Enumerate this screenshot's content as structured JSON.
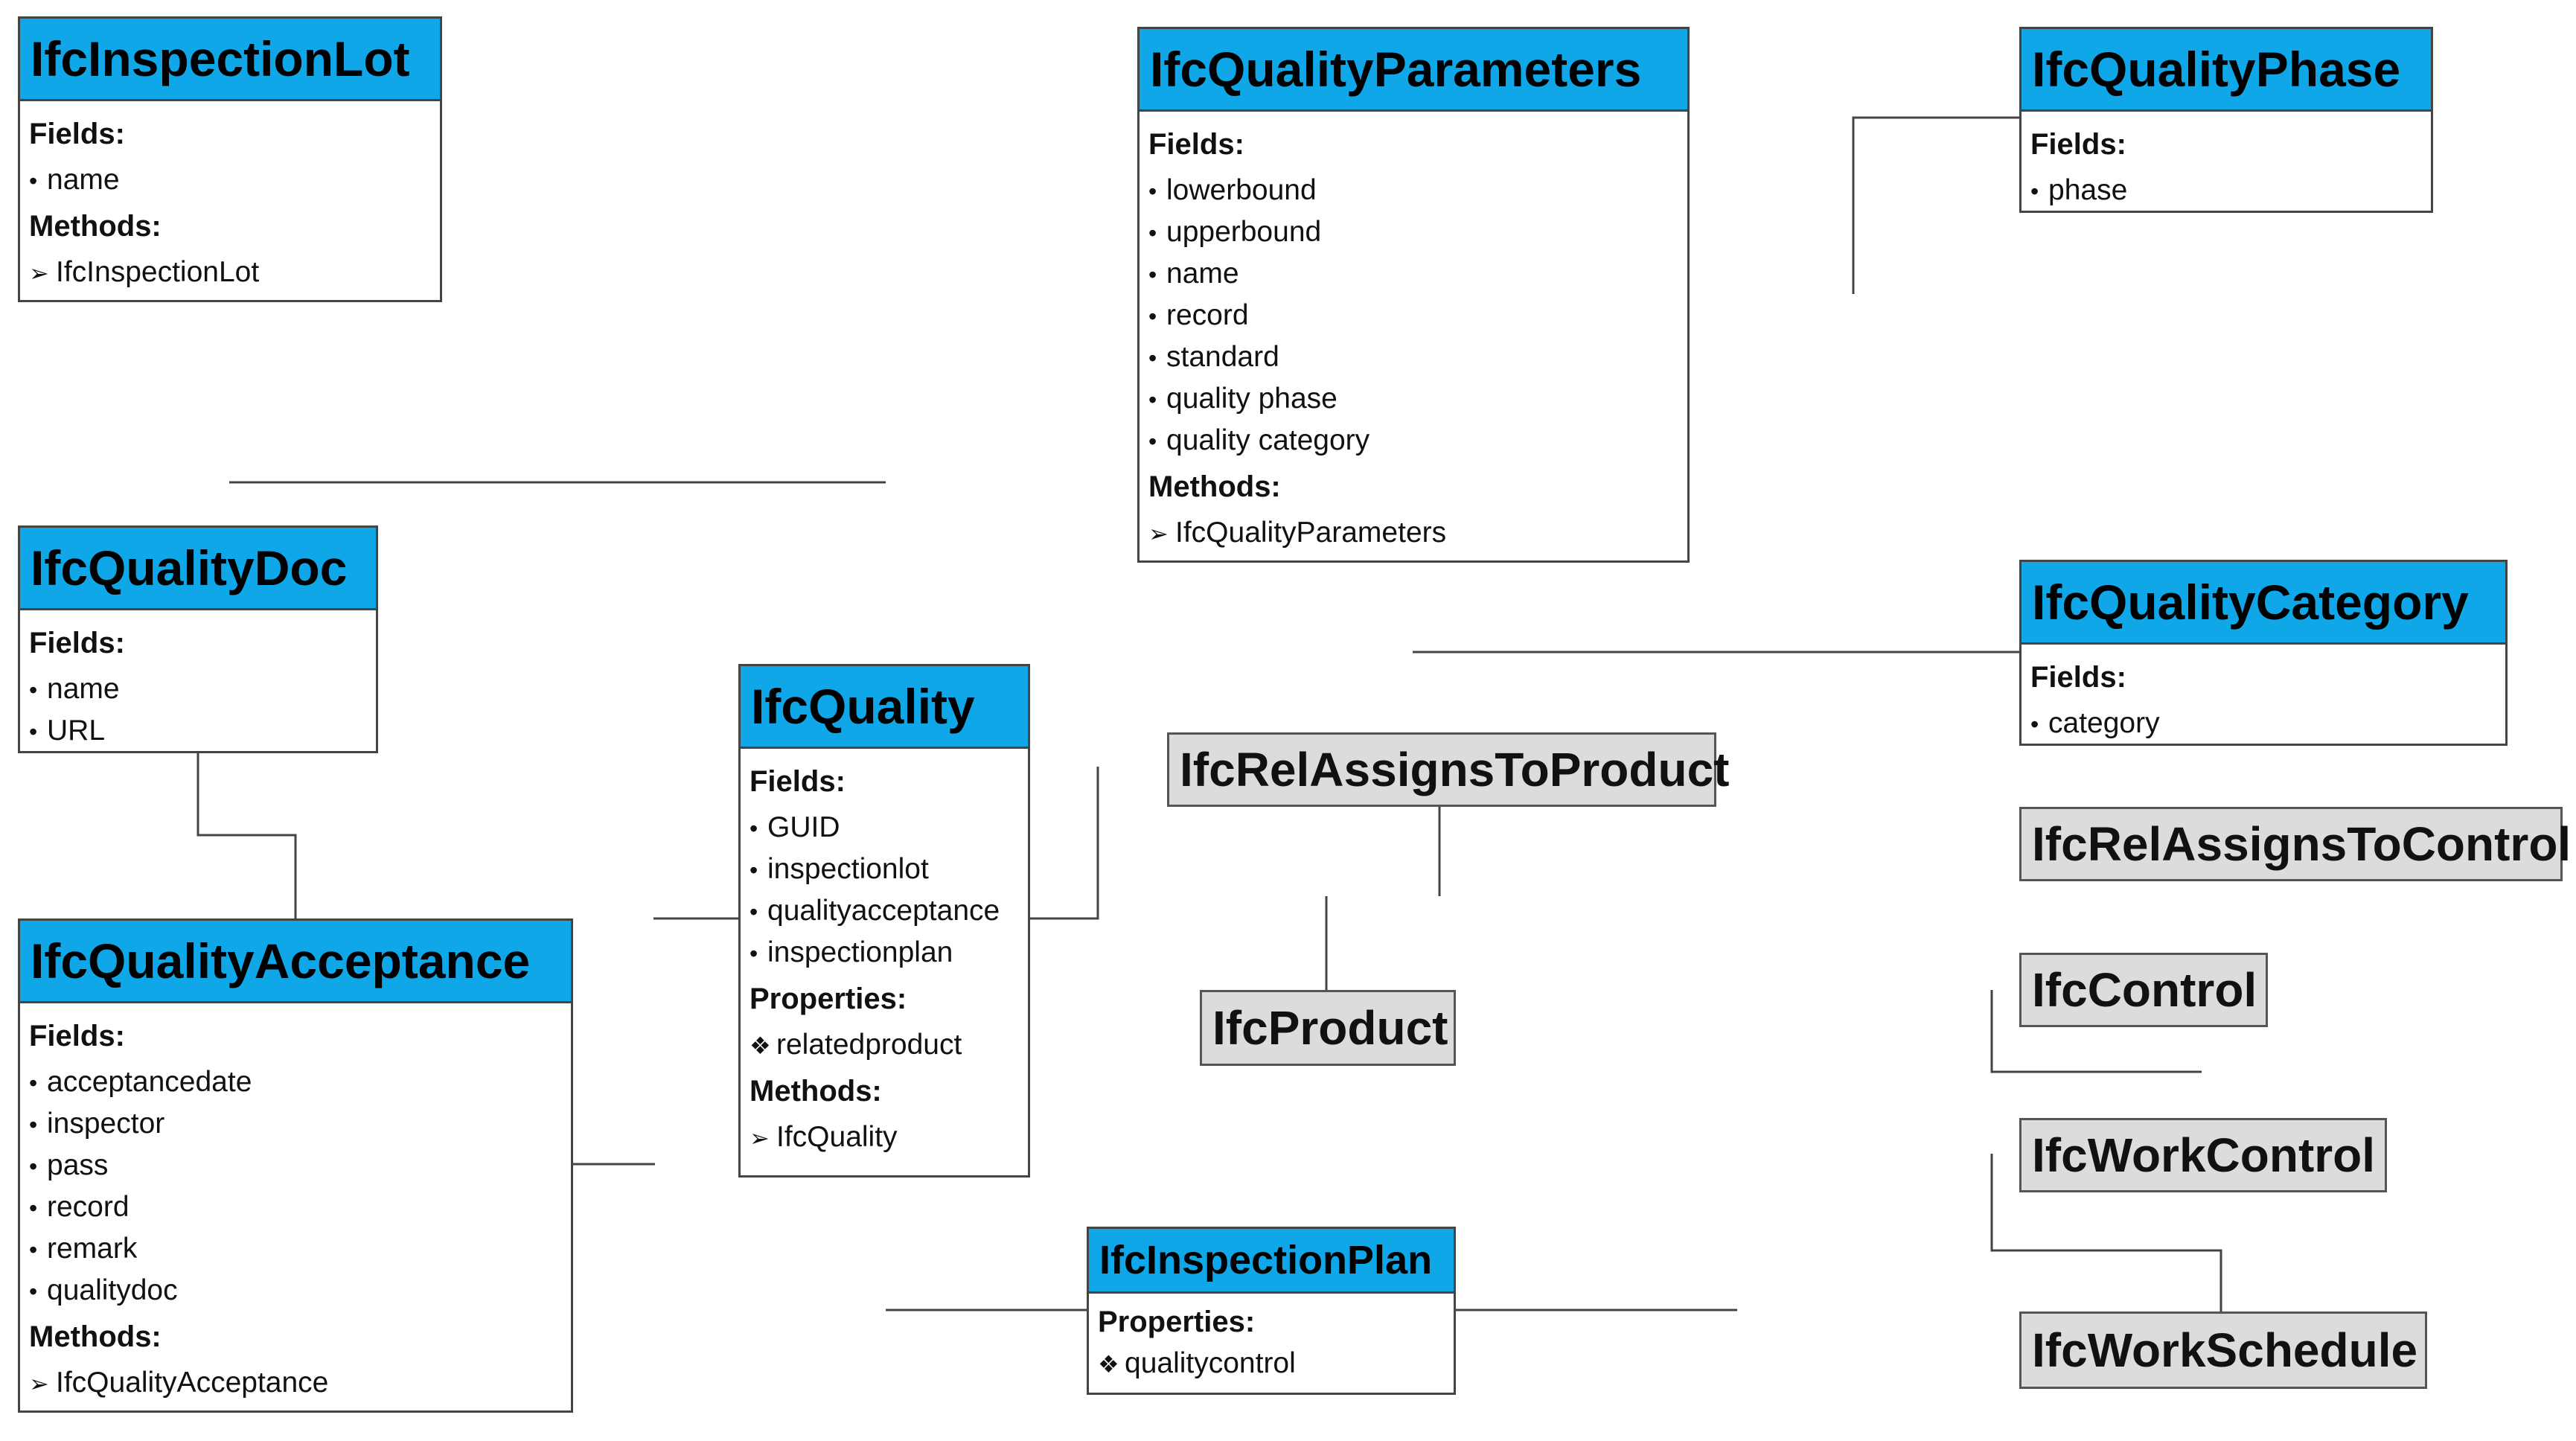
{
  "classes": {
    "inspection_lot": {
      "title": "IfcInspectionLot",
      "fields_label": "Fields:",
      "fields": [
        "name"
      ],
      "methods_label": "Methods:",
      "methods": [
        "IfcInspectionLot"
      ]
    },
    "quality_parameters": {
      "title": "IfcQualityParameters",
      "fields_label": "Fields:",
      "fields": [
        "lowerbound",
        "upperbound",
        "name",
        "record",
        "standard",
        "quality phase",
        "quality category"
      ],
      "methods_label": "Methods:",
      "methods": [
        "IfcQualityParameters"
      ]
    },
    "quality_phase": {
      "title": "IfcQualityPhase",
      "fields_label": "Fields:",
      "fields": [
        "phase"
      ]
    },
    "quality_doc": {
      "title": "IfcQualityDoc",
      "fields_label": "Fields:",
      "fields": [
        "name",
        "URL"
      ]
    },
    "quality": {
      "title": "IfcQuality",
      "fields_label": "Fields:",
      "fields": [
        "GUID",
        "inspectionlot",
        "qualityacceptance",
        "inspectionplan"
      ],
      "properties_label": "Properties:",
      "properties": [
        "relatedproduct"
      ],
      "methods_label": "Methods:",
      "methods": [
        "IfcQuality"
      ]
    },
    "quality_category": {
      "title": "IfcQualityCategory",
      "fields_label": "Fields:",
      "fields": [
        "category"
      ]
    },
    "quality_acceptance": {
      "title": "IfcQualityAcceptance",
      "fields_label": "Fields:",
      "fields": [
        "acceptancedate",
        "inspector",
        "pass",
        "record",
        "remark",
        "qualitydoc"
      ],
      "methods_label": "Methods:",
      "methods": [
        "IfcQualityAcceptance"
      ]
    },
    "inspection_plan": {
      "title": "IfcInspectionPlan",
      "properties_label": "Properties:",
      "properties": [
        "qualitycontrol"
      ]
    }
  },
  "ifc_entities": {
    "rel_assigns_to_product": "IfcRelAssignsToProduct",
    "product": "IfcProduct",
    "rel_assigns_to_control": "IfcRelAssignsToControl",
    "control": "IfcControl",
    "work_control": "IfcWorkControl",
    "work_schedule": "IfcWorkSchedule"
  },
  "colors": {
    "header_blue": "#10a7e8",
    "entity_grey": "#dcdcdc",
    "line": "#444444"
  },
  "markers": {
    "field_bullet": "•",
    "property_bullet": "❖",
    "method_bullet": "➢"
  }
}
